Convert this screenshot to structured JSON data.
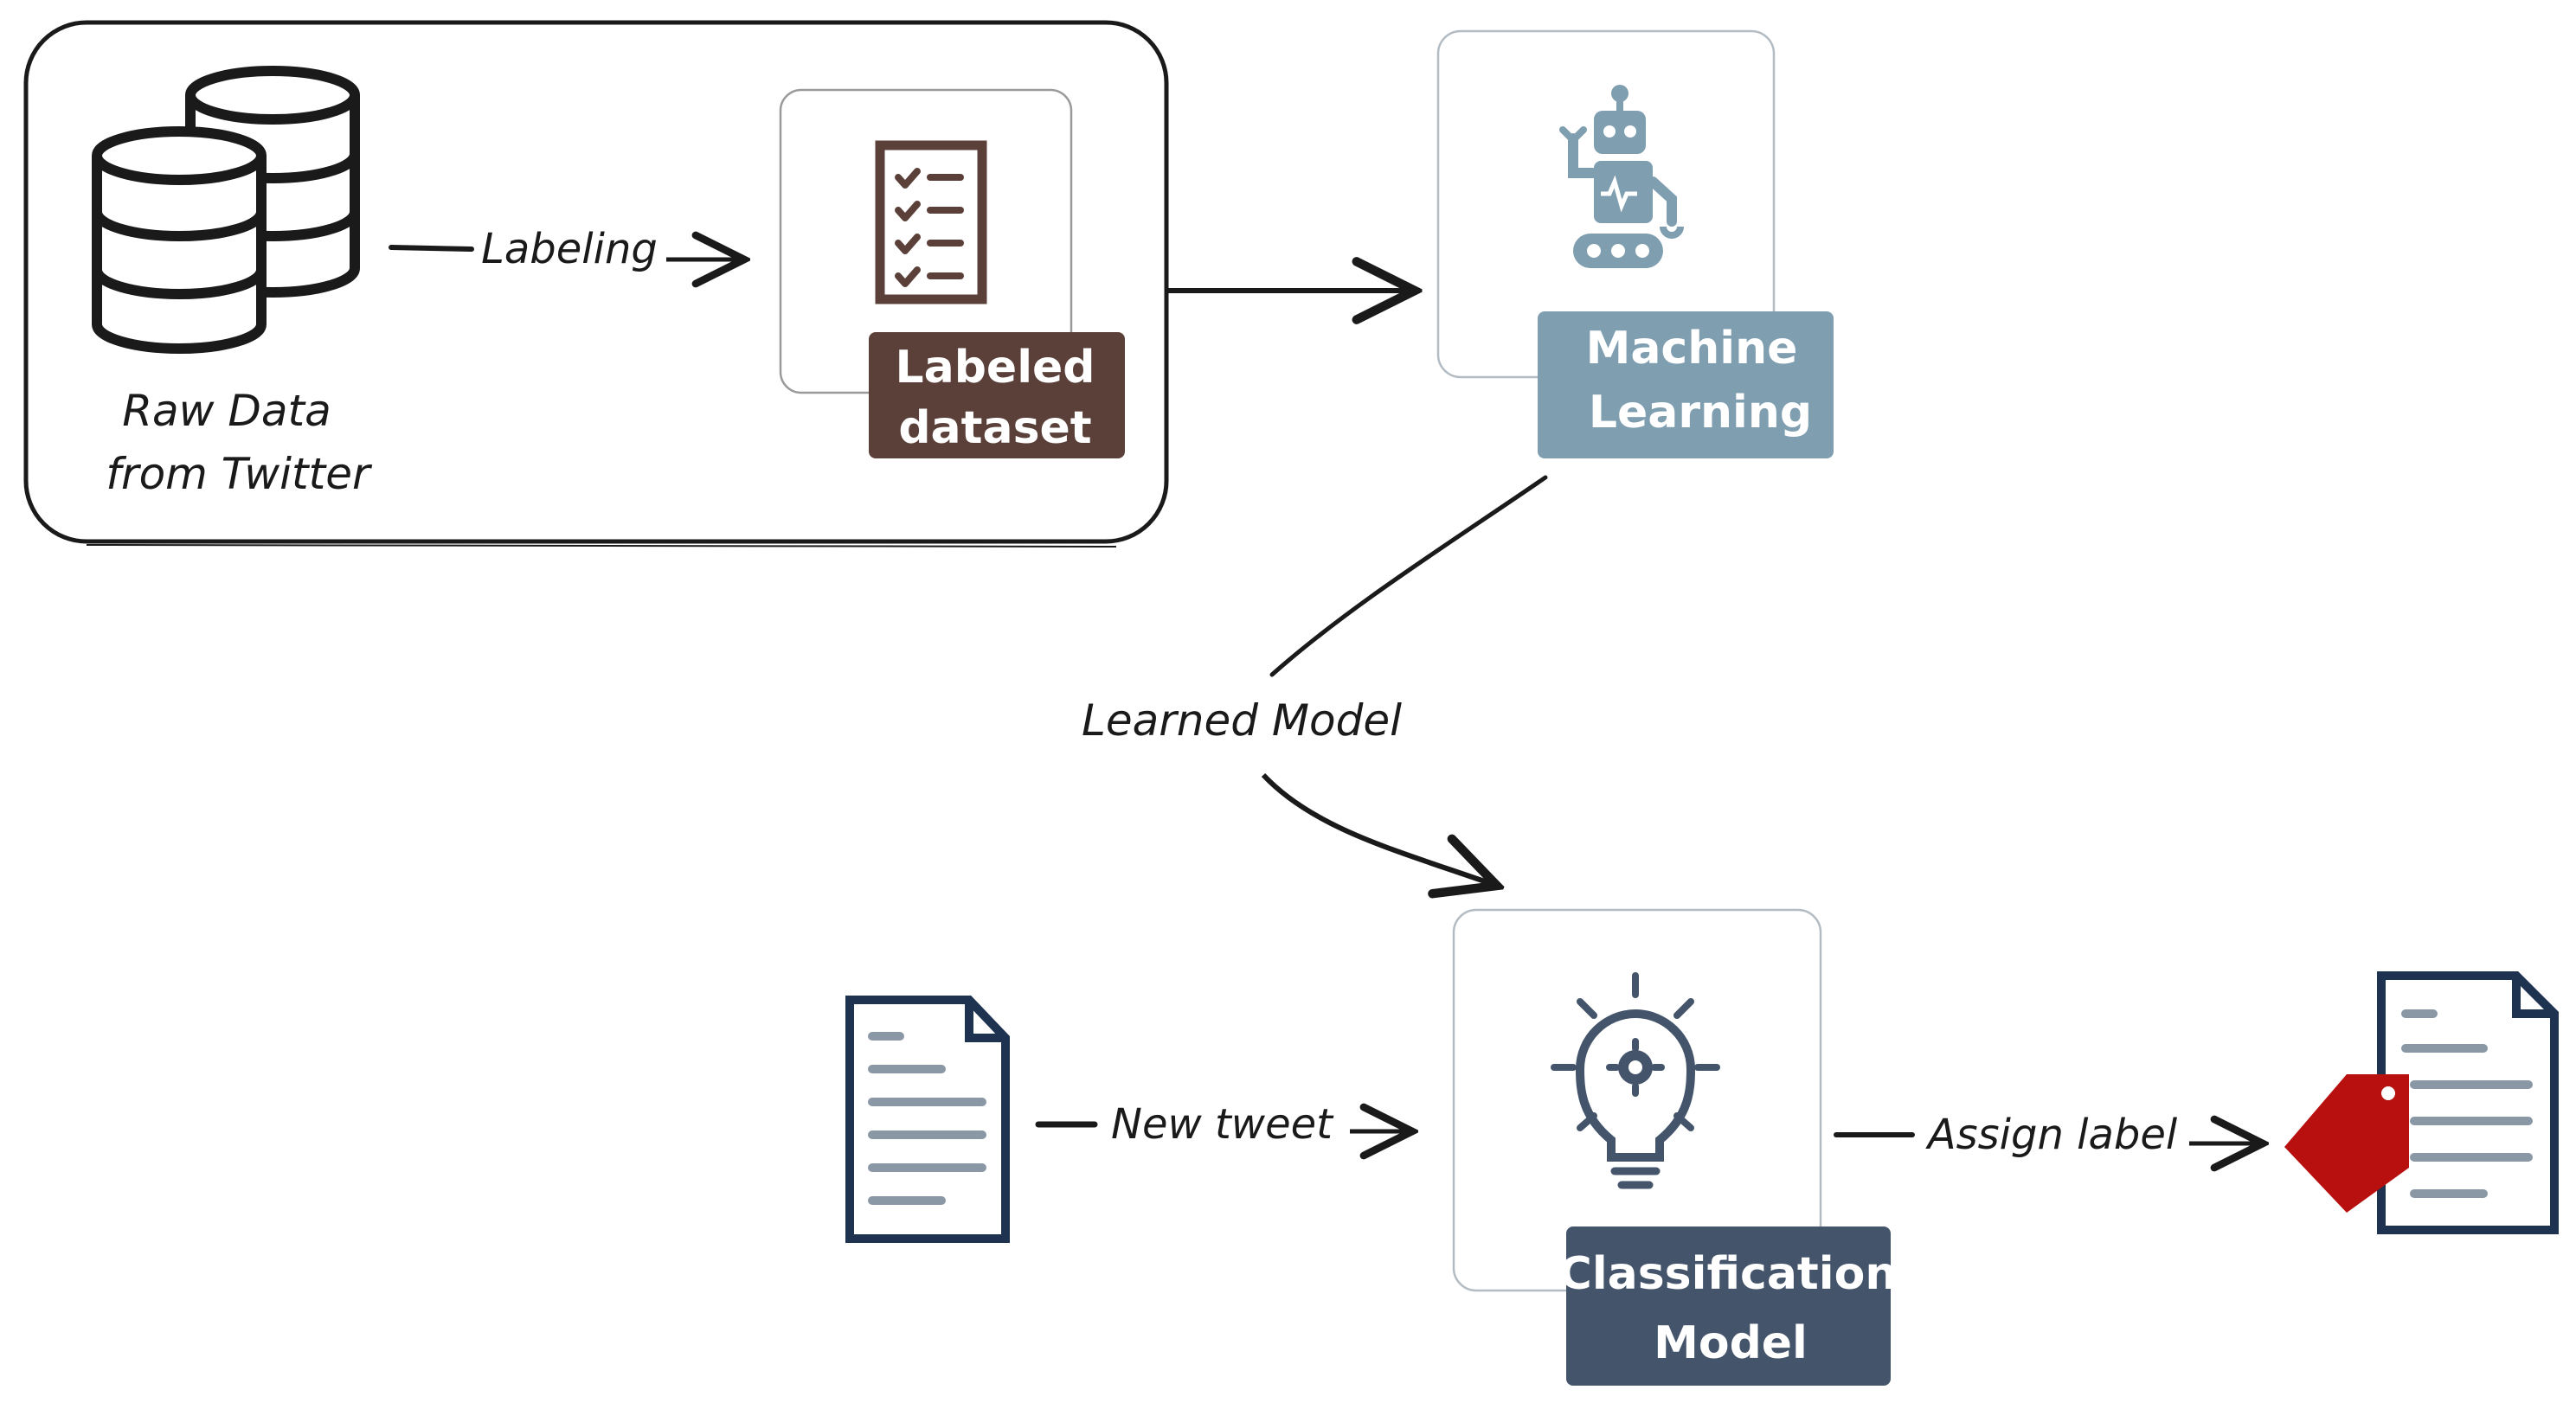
{
  "nodes": {
    "raw_data": {
      "line1": "Raw Data",
      "line2": "from Twitter"
    },
    "labeled_dataset": {
      "line1": "Labeled",
      "line2": "dataset"
    },
    "machine_learning": {
      "line1": "Machine",
      "line2": "Learning"
    },
    "classification_model": {
      "line1": "Classification",
      "line2": "Model"
    }
  },
  "edges": {
    "labeling": "Labeling",
    "learned_model": "Learned Model",
    "new_tweet": "New tweet",
    "assign_label": "Assign label"
  },
  "icons": {
    "database": "database-icon",
    "checklist": "checklist-icon",
    "robot": "robot-icon",
    "lightbulb": "lightbulb-gear-icon",
    "document": "document-icon",
    "tagged_document": "tagged-document-icon"
  },
  "colors": {
    "labeled_dataset_tag": "#5a4039",
    "machine_learning_tag": "#7f9eb0",
    "classification_model_tag": "#44546b",
    "document_stroke": "#1e3350",
    "document_lines": "#8a98a6",
    "tag_red": "#b80f0f"
  }
}
